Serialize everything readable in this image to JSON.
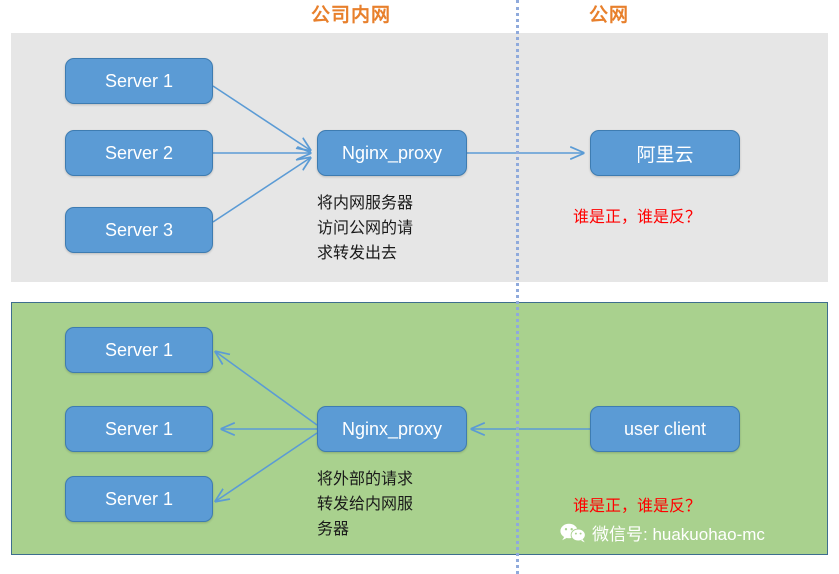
{
  "zones": {
    "intranet_label": "公司内网",
    "public_label": "公网"
  },
  "colors": {
    "zone_label": "#E8802C",
    "node_fill": "#5B9BD5",
    "node_border": "#3E7CB1",
    "intranet_panel": "#E6E6E6",
    "internet_panel": "#A9D18E",
    "internet_panel_border": "#3E6E8E",
    "divider": "#8FAADC",
    "arrow": "#5B9BD5",
    "question_text": "#FF0000",
    "caption_text": "#1A1A1A",
    "watermark_text": "#FFFFFF"
  },
  "top_section": {
    "servers": [
      {
        "label": "Server 1"
      },
      {
        "label": "Server 2"
      },
      {
        "label": "Server 3"
      }
    ],
    "proxy": {
      "label": "Nginx_proxy"
    },
    "target": {
      "label": "阿里云"
    },
    "caption": "将内网服务器\n访问公网的请\n求转发出去",
    "question": "谁是正，谁是反？"
  },
  "bottom_section": {
    "servers": [
      {
        "label": "Server 1"
      },
      {
        "label": "Server 1"
      },
      {
        "label": "Server 1"
      }
    ],
    "proxy": {
      "label": "Nginx_proxy"
    },
    "source": {
      "label": "user client"
    },
    "caption": "将外部的请求\n转发给内网服\n务器",
    "question": "谁是正，谁是反？"
  },
  "watermark": {
    "icon": "wechat-icon",
    "text": "微信号: huakuohao-mc"
  }
}
